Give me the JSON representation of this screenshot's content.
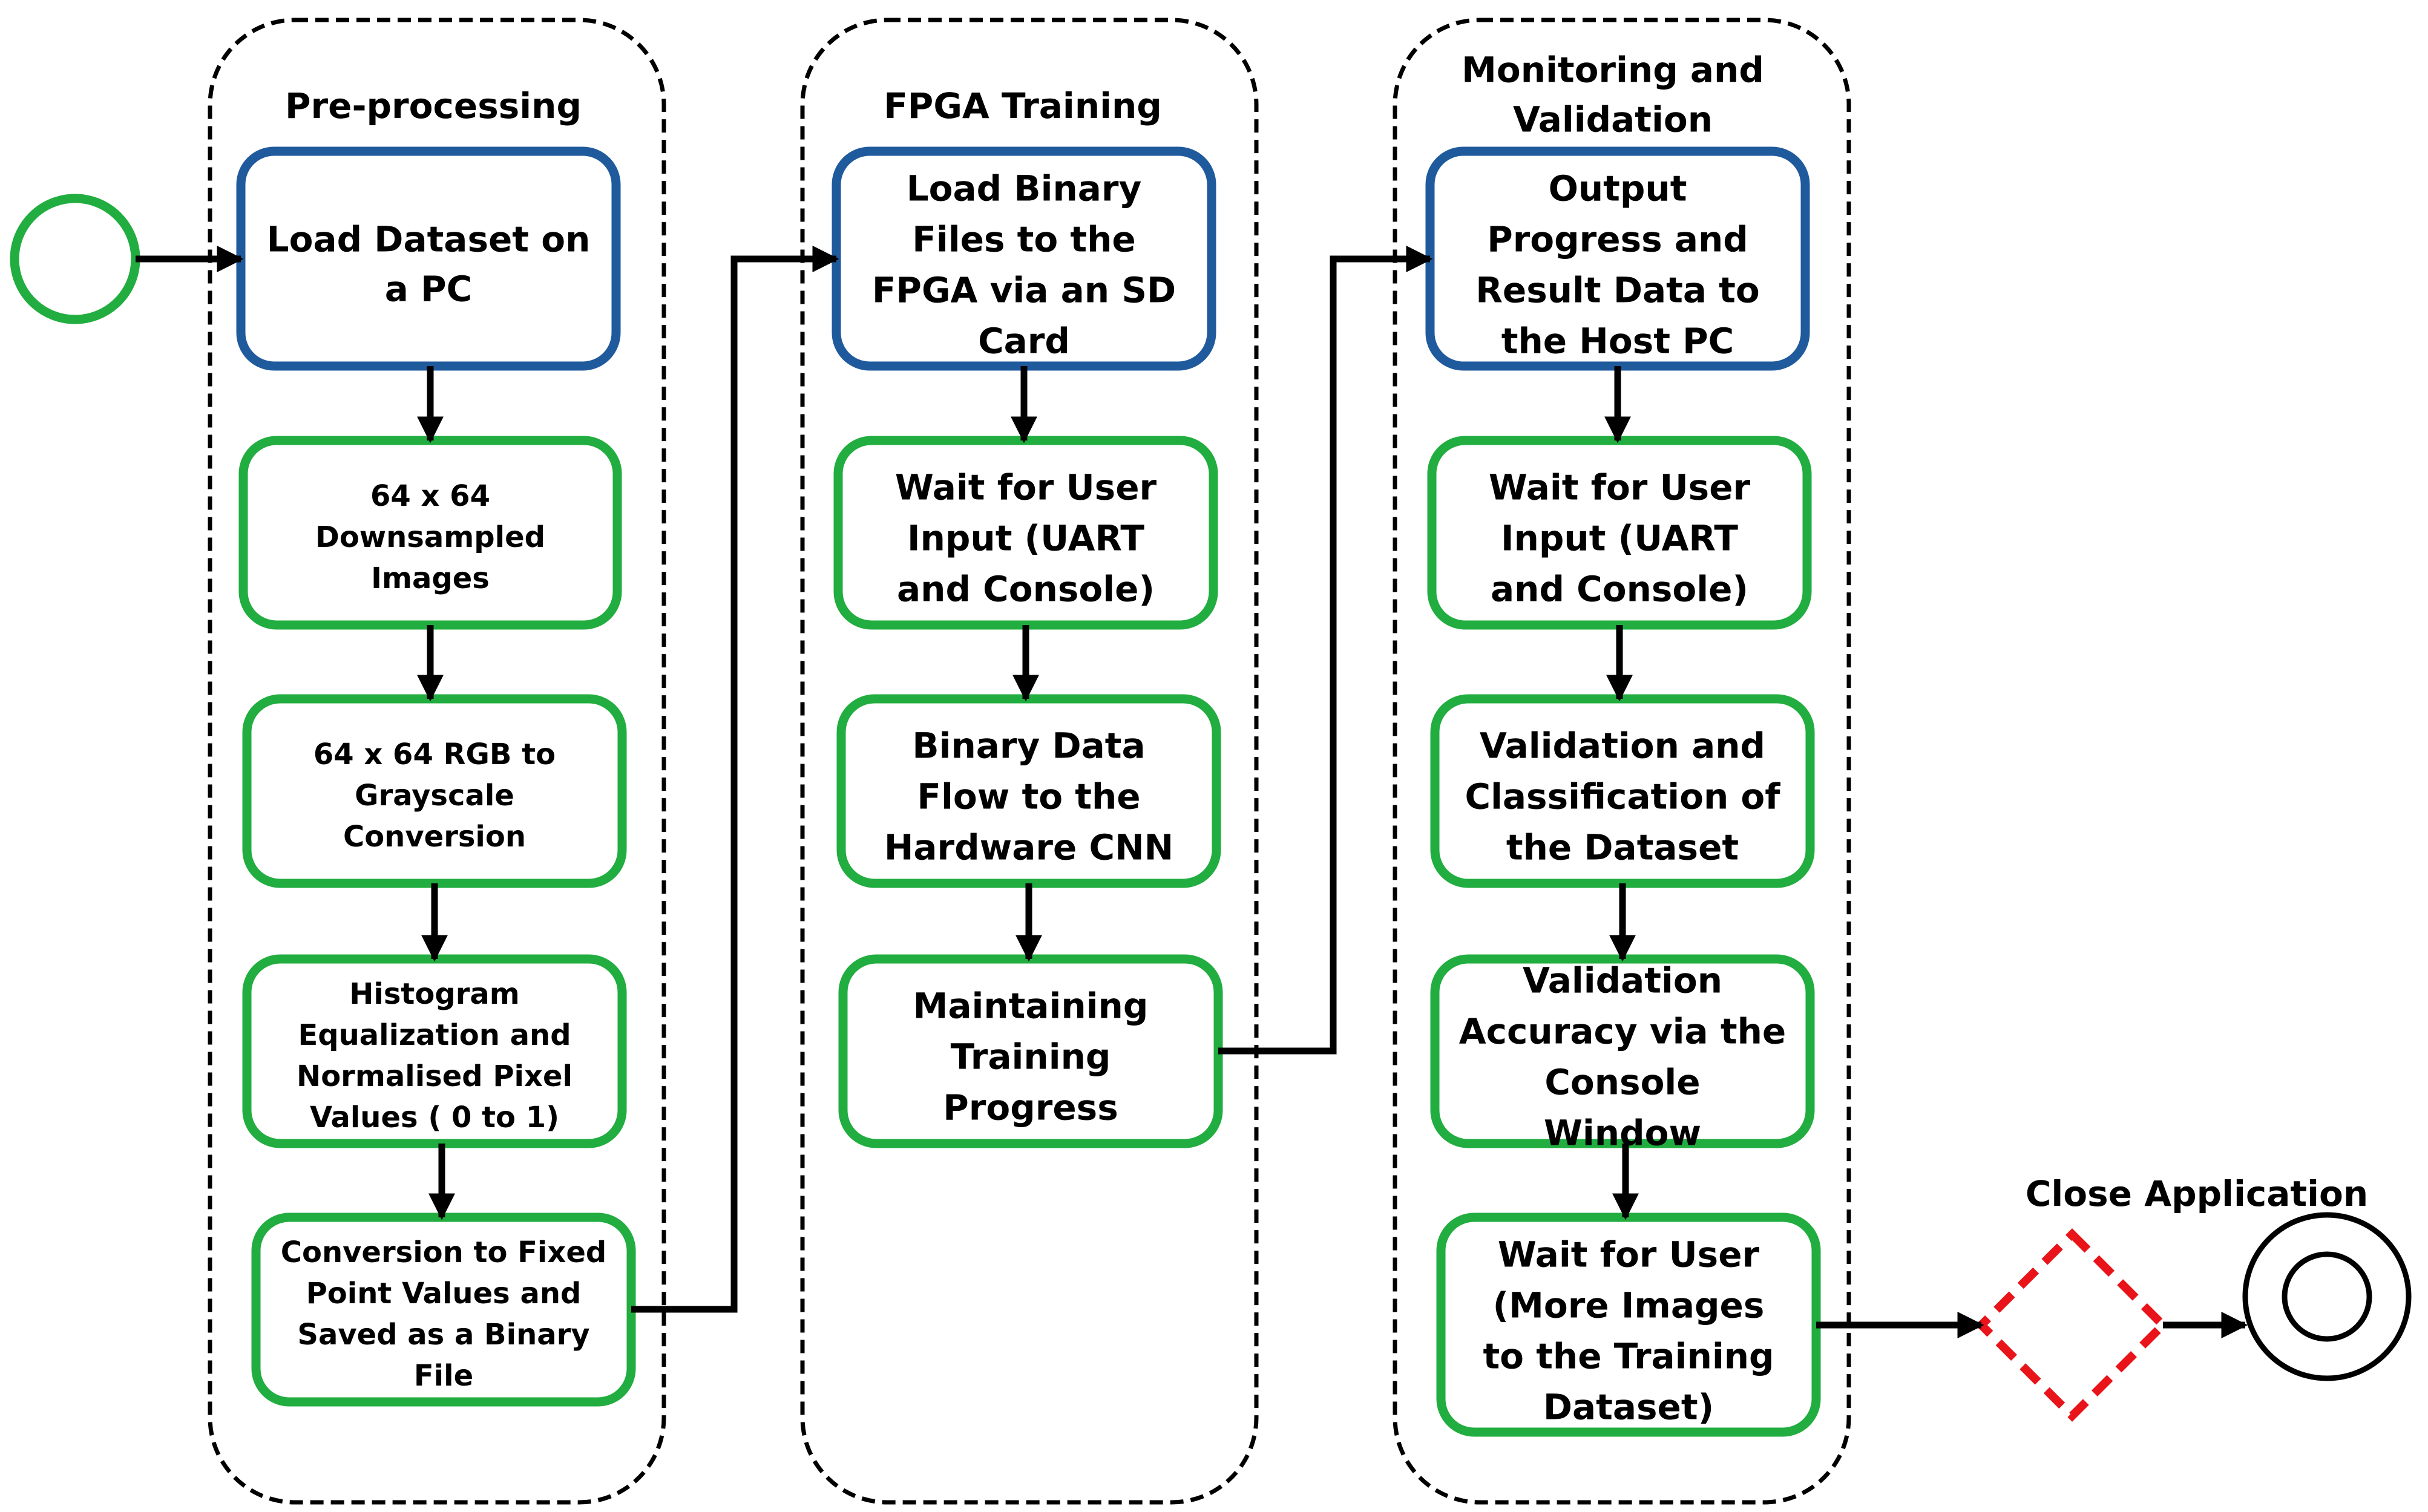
{
  "lanes": {
    "preprocessing": {
      "title": "Pre-processing"
    },
    "fpga_training": {
      "title": "FPGA Training"
    },
    "monitoring": {
      "title": [
        "Monitoring and",
        "Validation"
      ]
    }
  },
  "nodes": {
    "load_dataset": [
      "Load Dataset on",
      "a PC"
    ],
    "downsampled": [
      "64 x 64",
      "Downsampled",
      "Images"
    ],
    "rgb_gray": [
      "64 x 64 RGB to",
      "Grayscale",
      "Conversion"
    ],
    "histogram": [
      "Histogram",
      "Equalization and",
      "Normalised Pixel",
      "Values ( 0 to 1)"
    ],
    "fixed_point": [
      "Conversion to Fixed",
      "Point Values and",
      "Saved as a Binary",
      "File"
    ],
    "load_binary": [
      "Load Binary",
      "Files to the",
      "FPGA via an SD",
      "Card"
    ],
    "wait_input_1": [
      "Wait for User",
      "Input (UART",
      "and Console)"
    ],
    "binary_flow": [
      "Binary Data",
      "Flow to the",
      "Hardware CNN"
    ],
    "maintaining": [
      "Maintaining",
      "Training",
      "Progress"
    ],
    "output_progress": [
      "Output",
      "Progress and",
      "Result Data to",
      "the Host PC"
    ],
    "wait_input_2": [
      "Wait for User",
      "Input (UART",
      "and Console)"
    ],
    "validation_class": [
      "Validation and",
      "Classification of",
      "the Dataset"
    ],
    "validation_acc": [
      "Validation",
      "Accuracy via the",
      "Console",
      "Window"
    ],
    "wait_more": [
      "Wait for User",
      "(More Images",
      "to the Training",
      "Dataset)"
    ]
  },
  "close_label": "Close Application",
  "colors": {
    "blue_box": "#1f5a9c",
    "green_box": "#21ad3f",
    "decision": "#e8141a",
    "lane_border": "#000000"
  }
}
